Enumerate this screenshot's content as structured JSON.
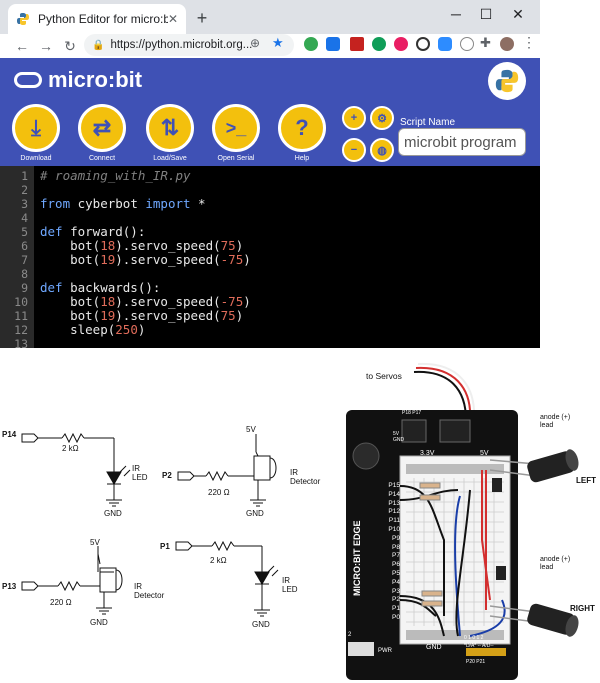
{
  "browser": {
    "tab_title": "Python Editor for micro:bit",
    "url": "https://python.microbit.org...",
    "window_controls": [
      "minimize-icon",
      "maximize-icon",
      "close-icon"
    ]
  },
  "editor": {
    "logo_text": "micro:bit",
    "buttons": [
      {
        "label": "Download",
        "icon": "download-icon"
      },
      {
        "label": "Connect",
        "icon": "connect-icon"
      },
      {
        "label": "Load/Save",
        "icon": "load-save-icon"
      },
      {
        "label": "Open Serial",
        "icon": "terminal-icon"
      },
      {
        "label": "Help",
        "icon": "help-icon"
      }
    ],
    "script_name_label": "Script Name",
    "script_name_value": "microbit program"
  },
  "code": {
    "line_numbers": [
      "1",
      "2",
      "3",
      "4",
      "5",
      "6",
      "7",
      "8",
      "9",
      "10",
      "11",
      "12",
      "13"
    ],
    "lines": [
      "# roaming_with_IR.py",
      "",
      "from cyberbot import *",
      "",
      "def forward():",
      "    bot(18).servo_speed(75)",
      "    bot(19).servo_speed(-75)",
      "",
      "def backwards():",
      "    bot(18).servo_speed(-75)",
      "    bot(19).servo_speed(75)",
      "    sleep(250)",
      ""
    ]
  },
  "schematic": {
    "left_circuit": {
      "p14": "P14",
      "r1": "2 kΩ",
      "ir_led": "IR\nLED",
      "gnd1": "GND",
      "p13": "P13",
      "r2": "220 Ω",
      "v5": "5V",
      "ir_det": "IR\nDetector",
      "gnd2": "GND"
    },
    "right_circuit": {
      "v5": "5V",
      "p2": "P2",
      "r1": "220 Ω",
      "ir_det": "IR\nDetector",
      "gnd1": "GND",
      "p1": "P1",
      "r2": "2 kΩ",
      "ir_led": "IR\nLED",
      "gnd2": "GND"
    }
  },
  "breadboard": {
    "to_servos": "to Servos",
    "anode_top": "anode (+)\nlead",
    "anode_bottom": "anode (+)\nlead",
    "left": "LEFT",
    "right": "RIGHT",
    "v33": "3.3V",
    "v5": "5V",
    "gnd": "GND",
    "pwr": "PWR",
    "pins": [
      "P15",
      "P14",
      "P13",
      "P12",
      "P11",
      "P10",
      "P9",
      "P8",
      "P7",
      "P6",
      "P5",
      "P4",
      "P3",
      "P2",
      "P1",
      "P0"
    ],
    "header_labels": "P18 P17",
    "bottom_labels": "0  1  0  1  2",
    "dac_label": "*D/A*  -- A/D--",
    "pin_labels_bottom": "P20  P21",
    "one_two": "1    2",
    "board_text": "MICRO:BIT EDGE",
    "v5_gnd_small": "5V\nGND"
  }
}
